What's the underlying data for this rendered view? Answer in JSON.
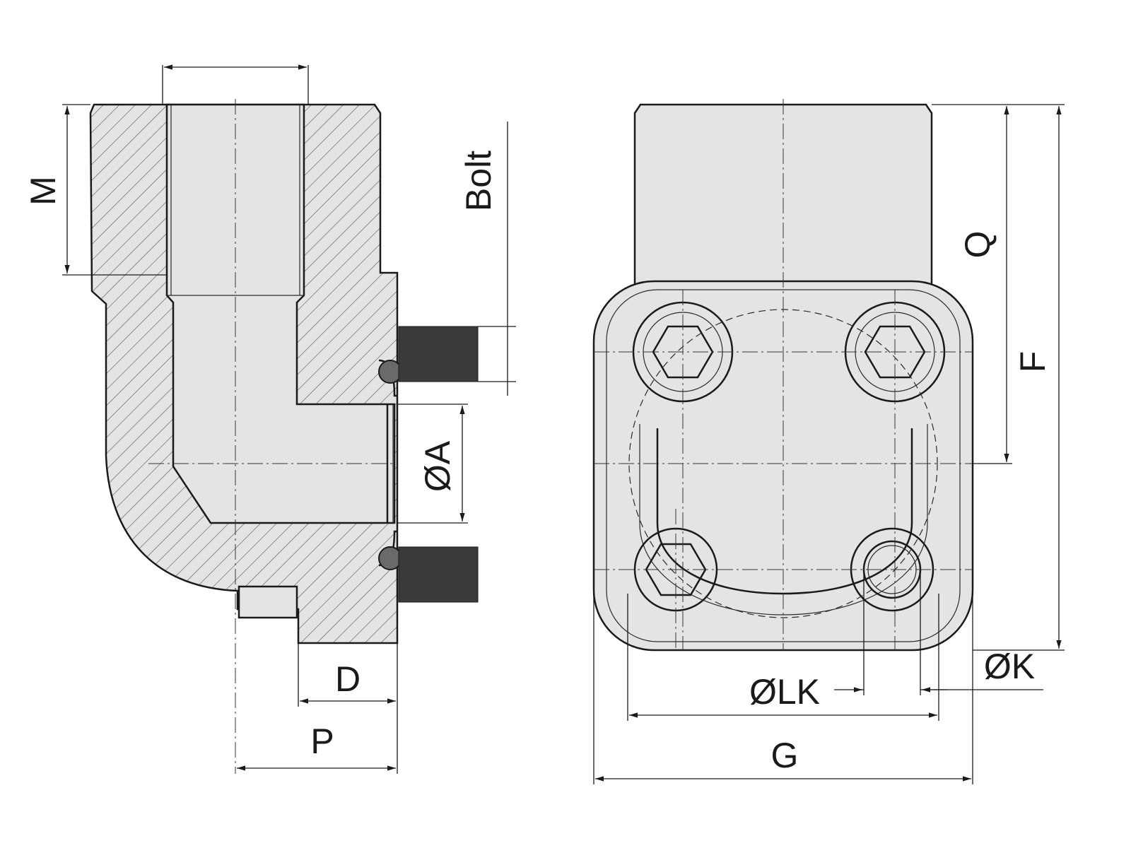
{
  "dimensions": {
    "M": "M",
    "Bolt": "Bolt",
    "A": "ØA",
    "D": "D",
    "P": "P",
    "Q": "Q",
    "F": "F",
    "K": "ØK",
    "LK": "ØLK",
    "G": "G"
  }
}
